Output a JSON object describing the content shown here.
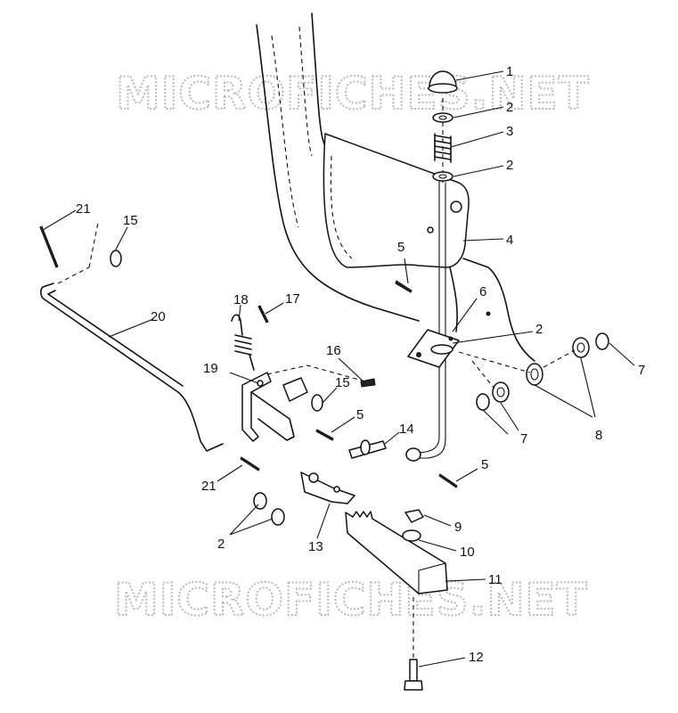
{
  "watermark": {
    "text": "MICROFICHES.NET",
    "color": "#b9b9b9"
  },
  "callouts": [
    {
      "id": "c1",
      "label": "1"
    },
    {
      "id": "c2a",
      "label": "2"
    },
    {
      "id": "c3",
      "label": "3"
    },
    {
      "id": "c2b",
      "label": "2"
    },
    {
      "id": "c4",
      "label": "4"
    },
    {
      "id": "c5a",
      "label": "5"
    },
    {
      "id": "c6",
      "label": "6"
    },
    {
      "id": "c2c",
      "label": "2"
    },
    {
      "id": "c7a",
      "label": "7"
    },
    {
      "id": "c8",
      "label": "8"
    },
    {
      "id": "c7b",
      "label": "7"
    },
    {
      "id": "c21a",
      "label": "21"
    },
    {
      "id": "c15a",
      "label": "15"
    },
    {
      "id": "c18",
      "label": "18"
    },
    {
      "id": "c17",
      "label": "17"
    },
    {
      "id": "c20",
      "label": "20"
    },
    {
      "id": "c16",
      "label": "16"
    },
    {
      "id": "c19",
      "label": "19"
    },
    {
      "id": "c15b",
      "label": "15"
    },
    {
      "id": "c5b",
      "label": "5"
    },
    {
      "id": "c14",
      "label": "14"
    },
    {
      "id": "c5c",
      "label": "5"
    },
    {
      "id": "c21b",
      "label": "21"
    },
    {
      "id": "c9",
      "label": "9"
    },
    {
      "id": "c2d",
      "label": "2"
    },
    {
      "id": "c13",
      "label": "13"
    },
    {
      "id": "c10",
      "label": "10"
    },
    {
      "id": "c11",
      "label": "11"
    },
    {
      "id": "c12",
      "label": "12"
    }
  ]
}
